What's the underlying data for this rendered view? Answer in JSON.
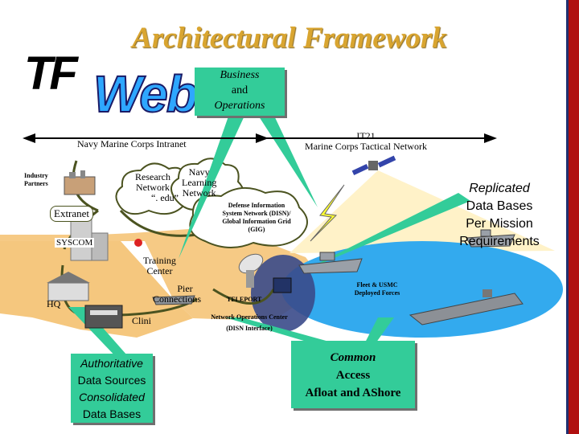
{
  "title": "Architectural Framework",
  "logo": {
    "tf": "TF",
    "web": "Web"
  },
  "business_box": {
    "line1": "Business",
    "line2": "and",
    "line3": "Operations"
  },
  "arrow_left_label": "Navy Marine Corps Intranet",
  "arrow_right_label": {
    "line1": "IT21",
    "line2": "Marine Corps Tactical Network"
  },
  "industry_partners": {
    "line1": "Industry",
    "line2": "Partners"
  },
  "research_network": {
    "line1": "Research",
    "line2": "Network",
    "line3": "“. edu”"
  },
  "navy_learning": {
    "line1": "Navy",
    "line2": "Learning",
    "line3": "Network"
  },
  "disn": {
    "line1": "Defense Information",
    "line2": "System Network (DISN)/",
    "line3": "Global Information Grid",
    "line4": "(GIG)"
  },
  "extranet": "Extranet",
  "syscom": "SYSCOM",
  "training_center": {
    "line1": "Training",
    "line2": "Center"
  },
  "pier_connections": {
    "line1": "Pier",
    "line2": "Connections"
  },
  "hq": "HQ",
  "clinic": "Clini",
  "teleport": "TELEPORT",
  "noc": {
    "line1": "Network Operations Center",
    "line2": "(DISN Interface)"
  },
  "fleet": {
    "line1": "Fleet & USMC",
    "line2": "Deployed Forces"
  },
  "replicated": {
    "line1": "Replicated",
    "line2": "Data Bases",
    "line3": "Per Mission",
    "line4": "Requirements"
  },
  "authoritative_box": {
    "line1": "Authoritative",
    "line2": "Data Sources",
    "line3": "Consolidated",
    "line4": "Data Bases"
  },
  "common_box": {
    "line1": "Common",
    "line2": "Access",
    "line3": "Afloat and AShore"
  },
  "colors": {
    "title": "#d9a530",
    "callout": "#33cc99",
    "ground": "#f5c77e",
    "sea": "#33aaee",
    "globe": "#3a4a8a"
  }
}
